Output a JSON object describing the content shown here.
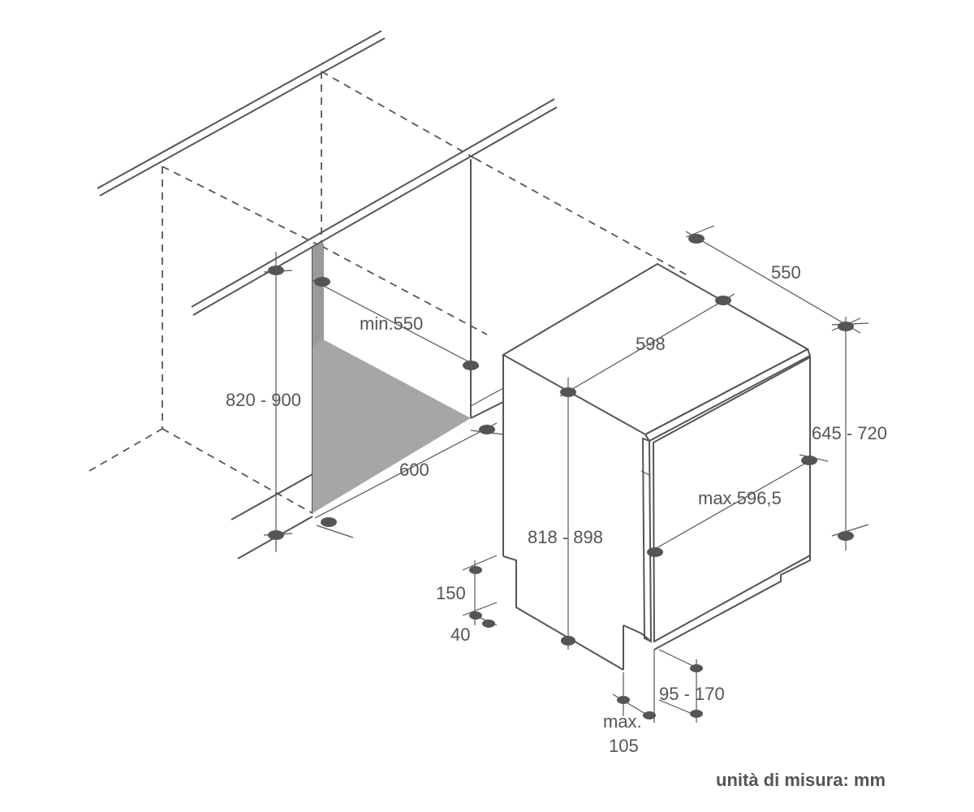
{
  "colors": {
    "line": "#555555",
    "floor_fill": "#a6a6a6",
    "pillar_fill": "#9a9a9a",
    "background": "#ffffff"
  },
  "labels": {
    "depth_appliance": "550",
    "width_appliance": "598",
    "min_depth_niche": "min.550",
    "height_niche": "820 - 900",
    "height_appliance_range": "645 - 720",
    "width_niche": "600",
    "door_max": "max.596,5",
    "height_appliance": "818 - 898",
    "plinth_height": "150",
    "plinth_gap": "40",
    "door_offset": "95 - 170",
    "max_bottom_line1": "max.",
    "max_bottom_line2": "105"
  },
  "unit_note": "unità di misura: mm"
}
